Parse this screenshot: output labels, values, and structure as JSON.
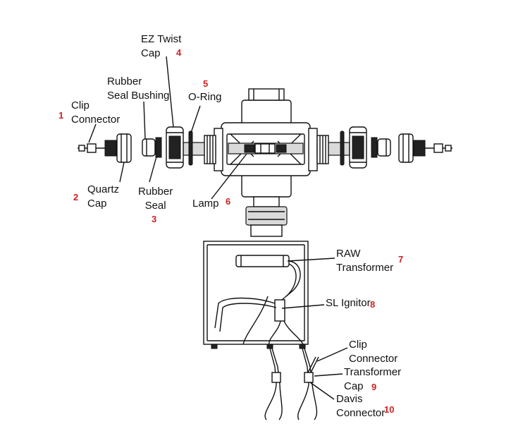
{
  "labels": {
    "clip_connector": "Clip\nConnector",
    "quartz_cap": "Quartz\nCap",
    "rubber_seal_bushing": "Rubber\nSeal Bushing",
    "rubber_seal": "Rubber\nSeal",
    "ez_twist_cap": "EZ Twist\nCap",
    "o_ring": "O-Ring",
    "lamp": "Lamp",
    "raw_transformer": "RAW\nTransformer",
    "sl_ignitor": "SL Ignitor",
    "clip_connector_2": "Clip\nConnector",
    "transformer_cap": "Transformer\nCap",
    "davis_connector": "Davis\nConnector"
  },
  "numbers": {
    "clip_connector": "1",
    "quartz_cap": "2",
    "rubber_seal": "3",
    "ez_twist_cap": "4",
    "o_ring": "5",
    "lamp": "6",
    "raw_transformer": "7",
    "sl_ignitor": "8",
    "transformer_cap": "9",
    "davis_connector": "10"
  },
  "colors": {
    "line": "#111111",
    "number": "#cc2222",
    "shade": "#d9d9d9"
  }
}
